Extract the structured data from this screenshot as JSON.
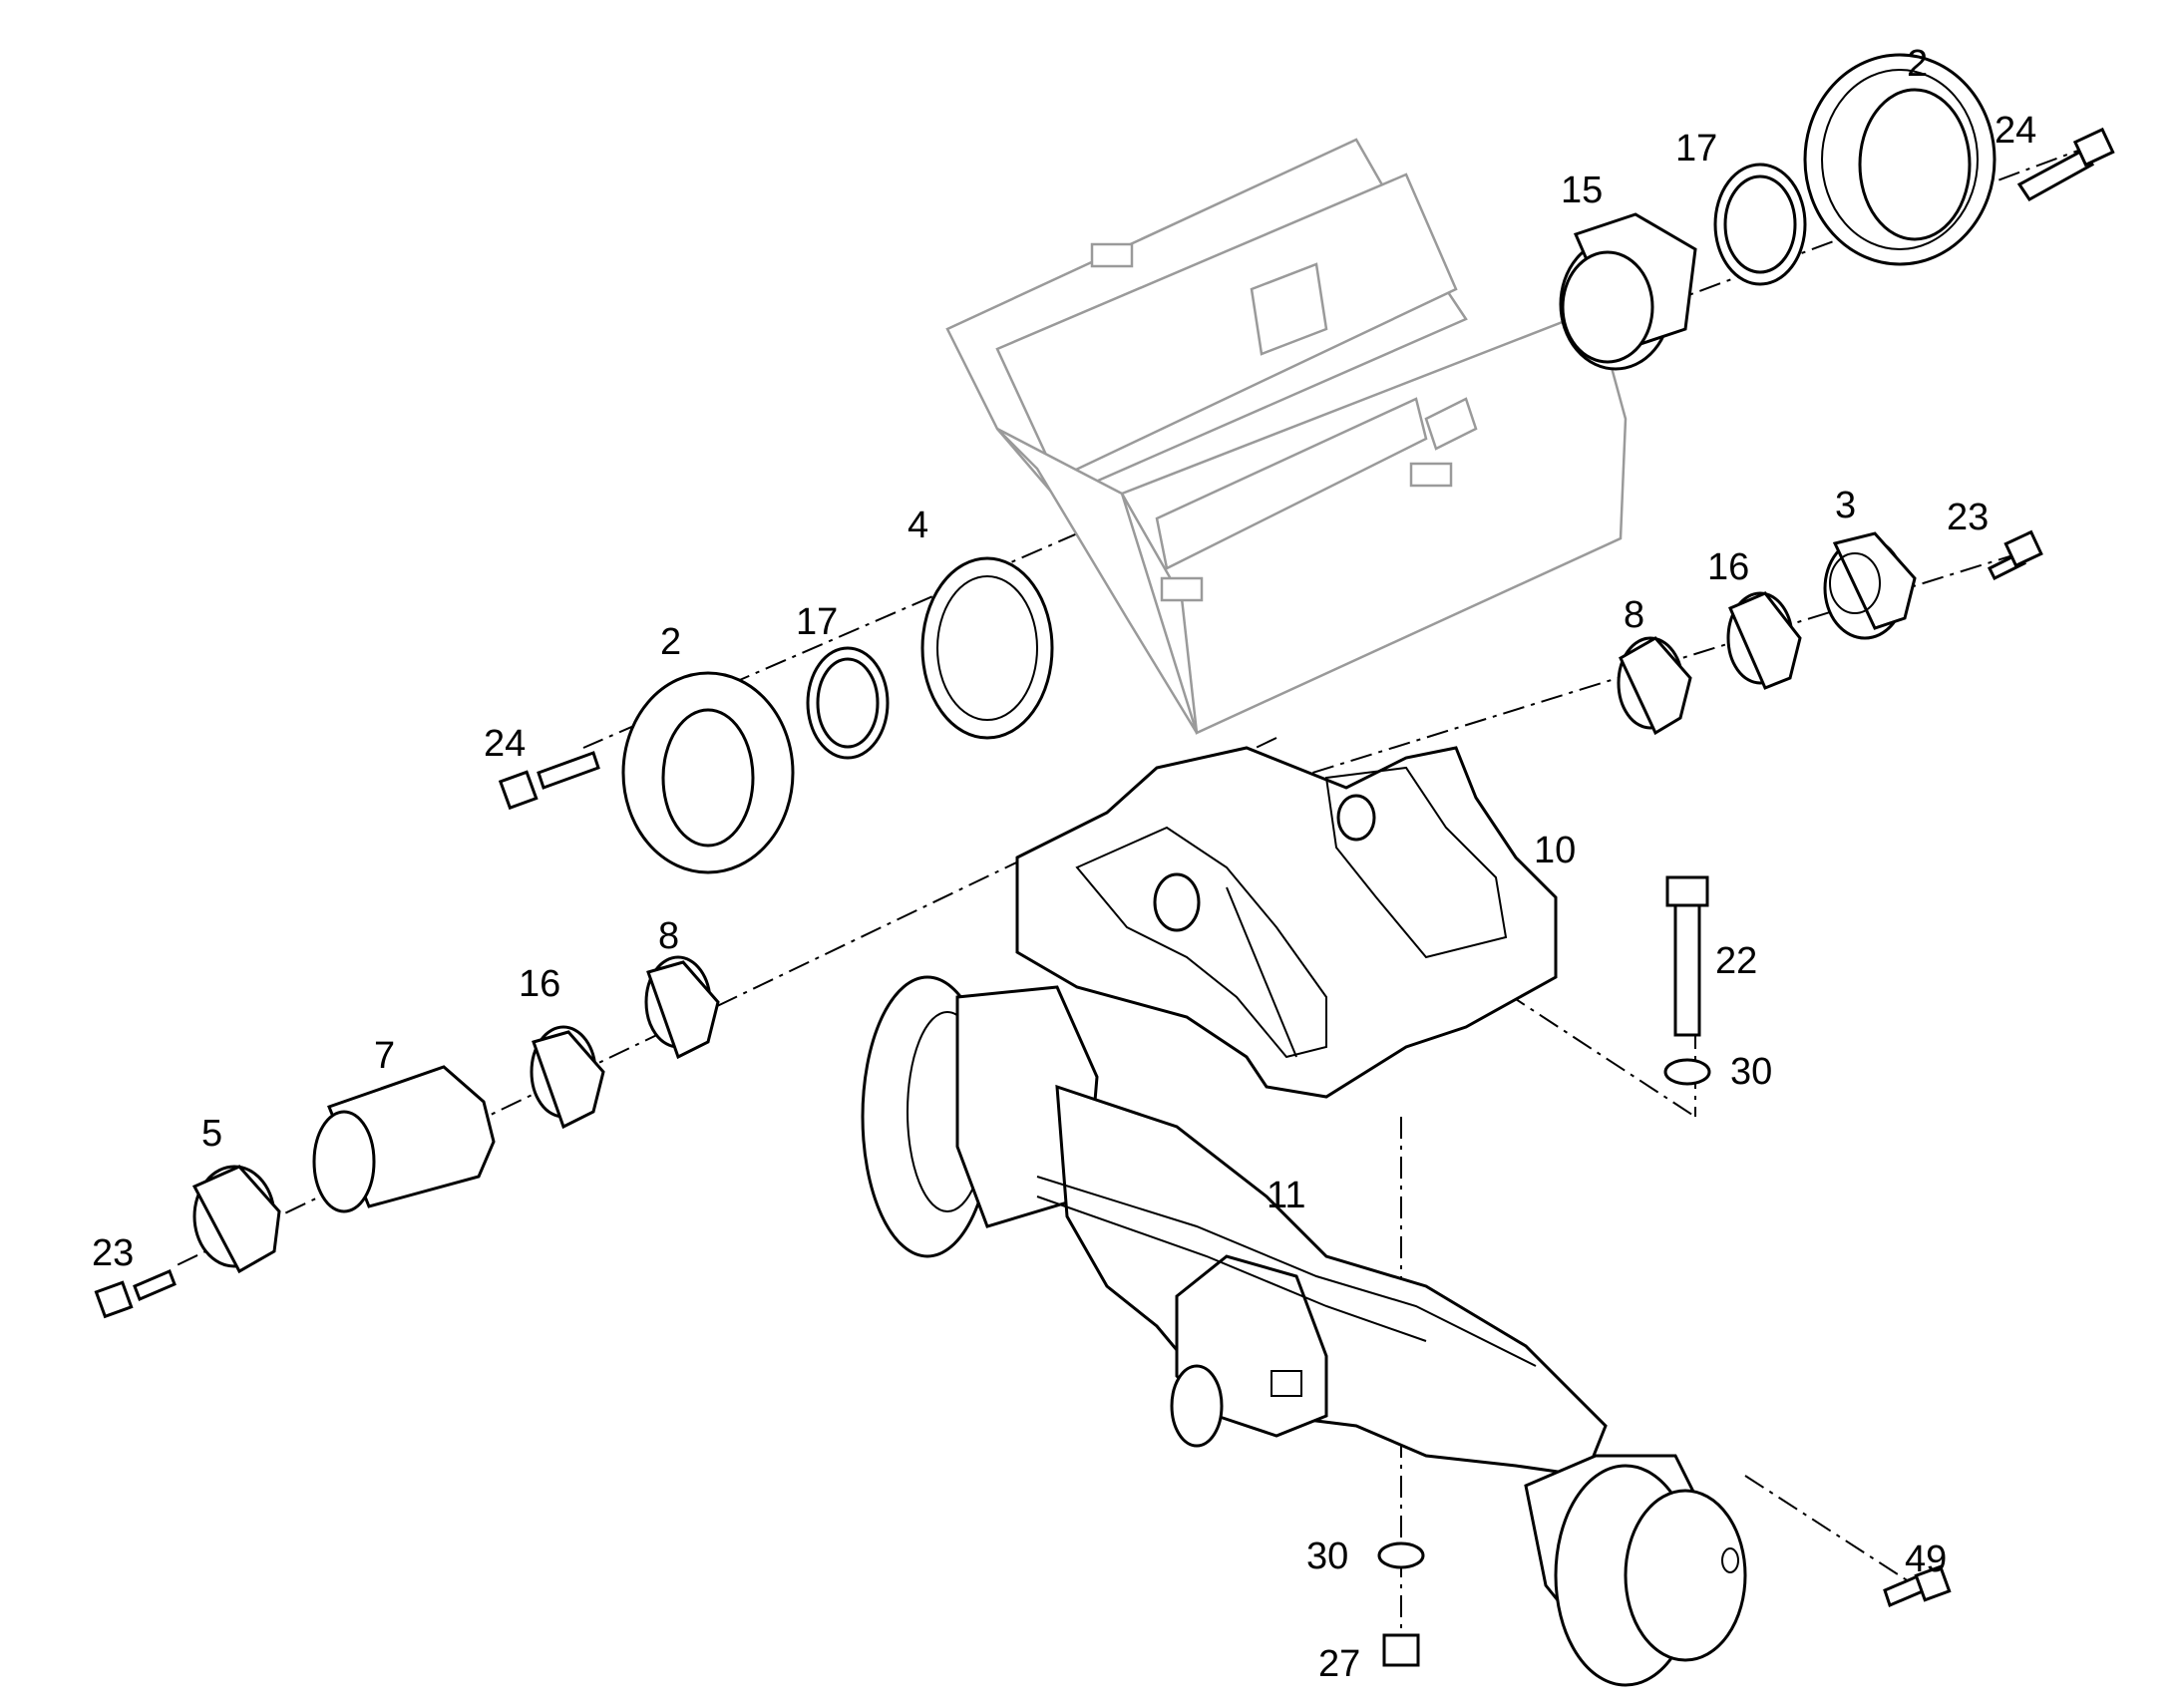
{
  "callouts": {
    "c2_top": "2",
    "c17_top": "17",
    "c24_top": "24",
    "c15": "15",
    "c3": "3",
    "c23_right": "23",
    "c16_right": "16",
    "c8_right": "8",
    "c4": "4",
    "c2_left": "2",
    "c17_left": "17",
    "c24_left": "24",
    "c10": "10",
    "c22": "22",
    "c30_right": "30",
    "c8_left": "8",
    "c16_left": "16",
    "c7": "7",
    "c5": "5",
    "c23_left": "23",
    "c11": "11",
    "c30_bottom": "30",
    "c27": "27",
    "c49": "49"
  }
}
